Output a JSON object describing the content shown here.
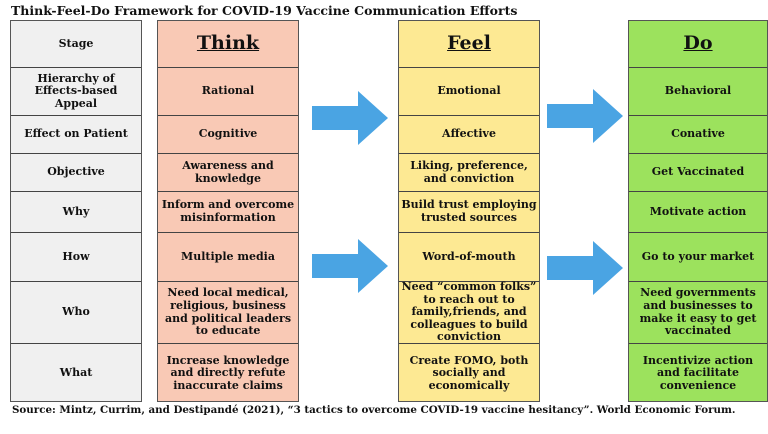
{
  "title": "Think-Feel-Do Framework for COVID-19 Vaccine Communication Efforts",
  "colors": {
    "stage": "#f0f0f0",
    "think": "#f9c9b5",
    "feel": "#fde993",
    "do": "#9ce25d",
    "arrow": "#4aa4e3"
  },
  "stage": [
    "Stage",
    "Hierarchy of Effects-based Appeal",
    "Effect on Patient",
    "Objective",
    "Why",
    "How",
    "Who",
    "What"
  ],
  "think": [
    "Think",
    "Rational",
    "Cognitive",
    "Awareness and knowledge",
    "Inform and overcome misinformation",
    "Multiple media",
    "Need local medical, religious, business and political leaders to educate",
    "Increase knowledge and directly refute inaccurate claims"
  ],
  "feel": [
    "Feel",
    "Emotional",
    "Affective",
    "Liking, preference, and conviction",
    "Build trust employing trusted sources",
    "Word-of-mouth",
    "Need “common folks” to reach out to family,friends, and colleagues to build conviction",
    "Create FOMO, both socially and economically"
  ],
  "do": [
    "Do",
    "Behavioral",
    "Conative",
    "Get Vaccinated",
    "Motivate action",
    "Go to your market",
    "Need governments and businesses to make it easy to get vaccinated",
    "Incentivize action and facilitate convenience"
  ],
  "source": "Source: Mintz, Currim, and Destipandé (2021), “3 tactics to overcome COVID-19 vaccine hesitancy”. World Economic Forum."
}
